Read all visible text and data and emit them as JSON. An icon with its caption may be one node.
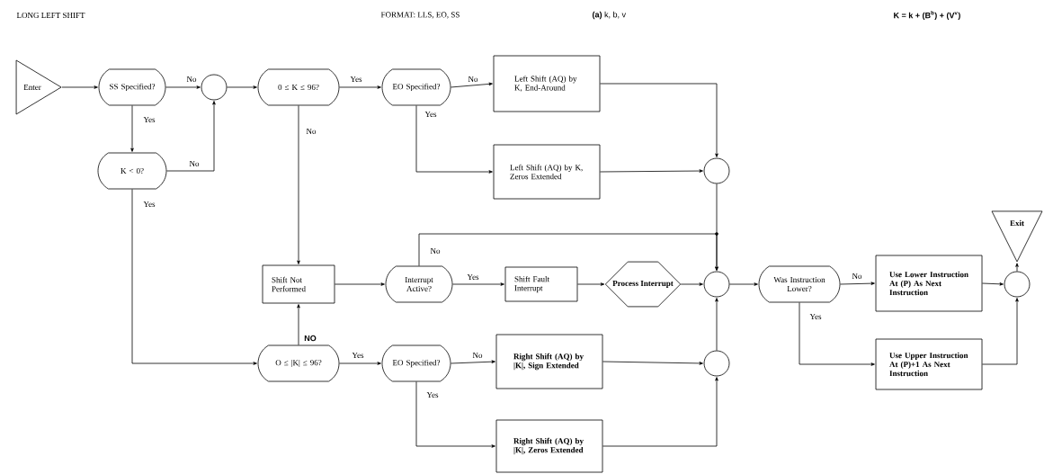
{
  "diagram": {
    "title": "LONG LEFT SHIFT",
    "nodes": [
      {
        "text": [
          "Enter"
        ]
      },
      {
        "text": [
          "SS Specified?"
        ]
      },
      {
        "text": [],
        "shape": "circle"
      },
      {
        "text": [
          "0 ≤ K ≤ 96?"
        ]
      },
      {
        "text": [
          "EO Specified?"
        ]
      },
      {
        "text": [
          "Left Shift (AQ) by K, End-Around"
        ]
      },
      {
        "text": [
          "K < 0?"
        ]
      },
      {
        "text": [
          "Left Shift (AQ) by K, Zeros Extended"
        ]
      },
      {
        "text": [],
        "shape": "circle"
      },
      {
        "text": [
          "Shift Not Performed"
        ]
      },
      {
        "text": [
          "Interrupt Active?"
        ]
      },
      {
        "text": [
          "Shift Fault Interrupt"
        ]
      },
      {
        "text": [
          "Process Interrupt"
        ]
      },
      {
        "text": [],
        "shape": "circle"
      },
      {
        "text": [
          "Was Instruction Lower?"
        ]
      },
      {
        "text": [
          "Use Lower Instruction At (P) As Next Instruction"
        ]
      },
      {
        "text": [],
        "shape": "circle"
      },
      {
        "text": [
          "Exit"
        ]
      },
      {
        "text": [
          "O ≤ |K| ≤ 96?"
        ]
      },
      {
        "text": [
          "EO Specified?"
        ]
      },
      {
        "text": [
          "Right Shift (AQ) by |K|, Sign Extended"
        ]
      },
      {
        "text": [],
        "shape": "circle"
      },
      {
        "text": [
          "Use Upper Instruction At (P)+1 As Next Instruction"
        ]
      },
      {
        "text": [
          "Right Shift (AQ) by |K|, Zeros Extended"
        ]
      }
    ],
    "edges": [
      {
        "from": 0,
        "to": 1,
        "arrow": "to"
      },
      {
        "from": 1,
        "to": 2,
        "arrow": "to",
        "label": "No"
      },
      {
        "from": 2,
        "to": 3,
        "arrow": "to"
      },
      {
        "from": 3,
        "to": 4,
        "arrow": "to",
        "label": "Yes"
      },
      {
        "from": 4,
        "to": 5,
        "arrow": "to",
        "label": "No"
      },
      {
        "from": 1,
        "to": 6,
        "arrow": "to",
        "label": "Yes"
      },
      {
        "from": 6,
        "to": 2,
        "arrow": "to",
        "label": "No"
      },
      {
        "from": 3,
        "to": 9,
        "arrow": "to",
        "label": "No"
      },
      {
        "from": 4,
        "to": 7,
        "arrow": "to",
        "label": "Yes"
      },
      {
        "from": 5,
        "to": 8,
        "arrow": "to"
      },
      {
        "from": 7,
        "to": 8,
        "arrow": "to"
      },
      {
        "from": 8,
        "to": 13,
        "arrow": "to"
      },
      {
        "from": 9,
        "to": 10,
        "arrow": "to"
      },
      {
        "from": 10,
        "to": 13,
        "arrow": "to",
        "label": "No"
      },
      {
        "from": 10,
        "to": 11,
        "arrow": "to",
        "label": "Yes"
      },
      {
        "from": 11,
        "to": 12,
        "arrow": "to"
      },
      {
        "from": 12,
        "to": 13,
        "arrow": "to"
      },
      {
        "from": 13,
        "to": 14,
        "arrow": "to"
      },
      {
        "from": 14,
        "to": 15,
        "arrow": "to",
        "label": "No"
      },
      {
        "from": 15,
        "to": 16,
        "arrow": "to"
      },
      {
        "from": 16,
        "to": 17,
        "arrow": "to"
      },
      {
        "from": 14,
        "to": 22,
        "arrow": "to",
        "label": "Yes"
      },
      {
        "from": 22,
        "to": 16,
        "arrow": "to"
      },
      {
        "from": 6,
        "to": 18,
        "arrow": "to",
        "label": "Yes"
      },
      {
        "from": 18,
        "to": 9,
        "arrow": "to",
        "label": "NO"
      },
      {
        "from": 18,
        "to": 19,
        "arrow": "to",
        "label": "Yes"
      },
      {
        "from": 19,
        "to": 20,
        "arrow": "to",
        "label": "No"
      },
      {
        "from": 19,
        "to": 23,
        "arrow": "to",
        "label": "Yes"
      },
      {
        "from": 20,
        "to": 21,
        "arrow": "to"
      },
      {
        "from": 23,
        "to": 21,
        "arrow": "to"
      },
      {
        "from": 21,
        "to": 13,
        "arrow": "to"
      }
    ],
    "labels": [
      "FORMAT: LLS, EO, SS",
      "**(a)** k, b, v",
      "K = k + (B$^{b}$) + (V$^{v}$)"
    ]
  }
}
